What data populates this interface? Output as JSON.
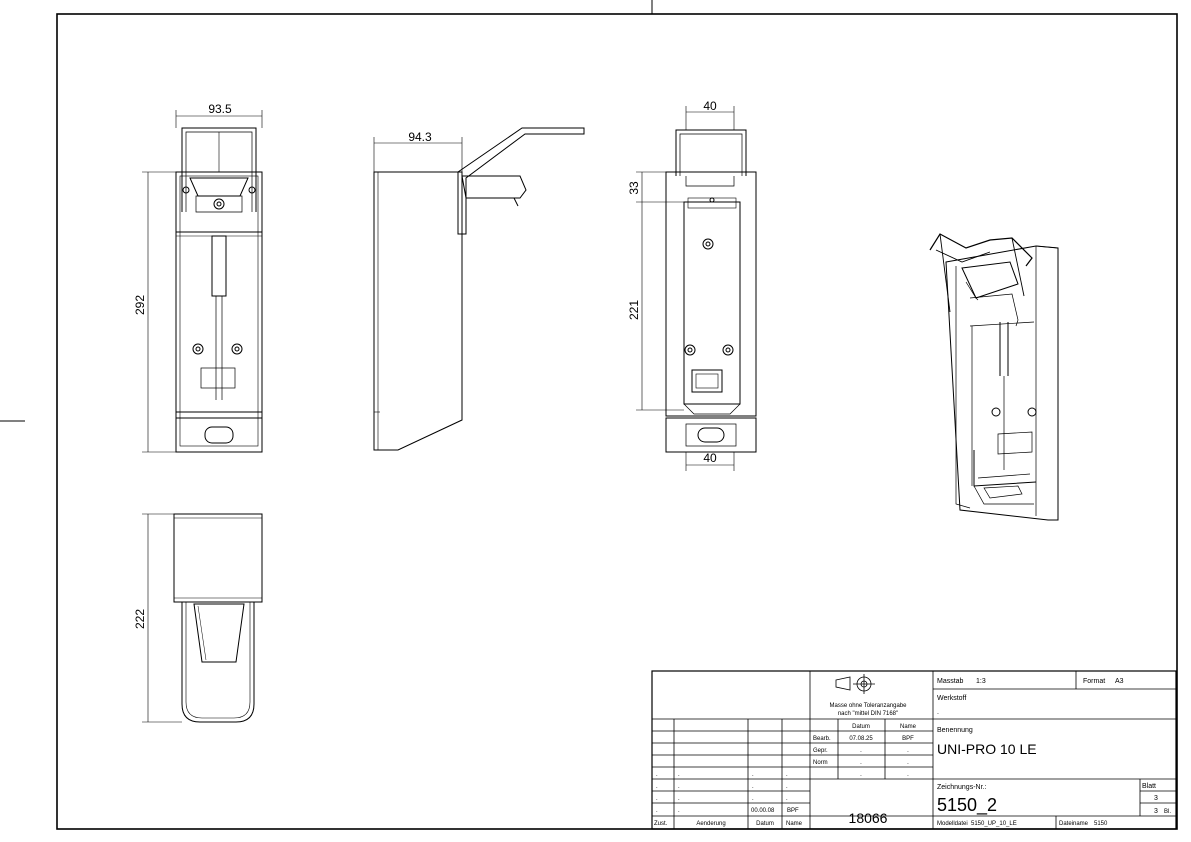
{
  "dimensions": {
    "width_front": "93.5",
    "height_front": "292",
    "depth_side": "94.3",
    "width_back_top": "40",
    "offset_back_top": "33",
    "spacing_back_holes": "221",
    "width_back_bottom": "40",
    "depth_top": "222"
  },
  "title_block": {
    "tolerance_note_1": "Masse ohne Toleranzangabe",
    "tolerance_note_2": "nach \"mittel DIN 7168\"",
    "col_datum": "Datum",
    "col_name": "Name",
    "row_bearb": "Bearb.",
    "bearb_date": "07.08.25",
    "bearb_name": "BPF",
    "row_gepr": "Gepr.",
    "row_norm": "Norm",
    "dot": ".",
    "rev_date": "00.00.08",
    "rev_name": "BPF",
    "zust_label": "Zust.",
    "aenderung_label": "Aenderung",
    "datum_label": "Datum",
    "name_label": "Name",
    "number_18066": "18066",
    "massstab_label": "Masstab",
    "massstab_value": "1:3",
    "format_label": "Format",
    "format_value": "A3",
    "werkstoff_label": "Werkstoff",
    "benennung_label": "Benennung",
    "benennung_value": "UNI-PRO 10 LE",
    "zeichnungsnr_label": "Zeichnungs-Nr.:",
    "zeichnungsnr_value": "5150_2",
    "blatt_label": "Blatt",
    "blatt_value": "3",
    "blatt_total": "3",
    "blatt_suffix": "Bl.",
    "modelldatei_label": "Modelldatei",
    "modelldatei_value": "5150_UP_10_LE",
    "dateiname_label": "Dateiname",
    "dateiname_value": "5150"
  }
}
